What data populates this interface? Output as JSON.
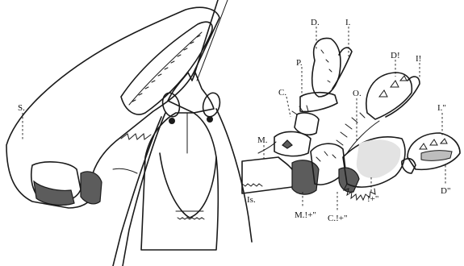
{
  "labels": {
    "S": "S.",
    "D": "D.",
    "I": "I.",
    "P": "P.",
    "C": "C.",
    "M": "M.",
    "O": "O.",
    "D1": "D!",
    "I1": "I!",
    "I2": "I.\"",
    "D2": "D\"",
    "Is": "Is.",
    "M12": "M.!+\"",
    "C12": "C.!+\"",
    "R12": "!+\""
  }
}
